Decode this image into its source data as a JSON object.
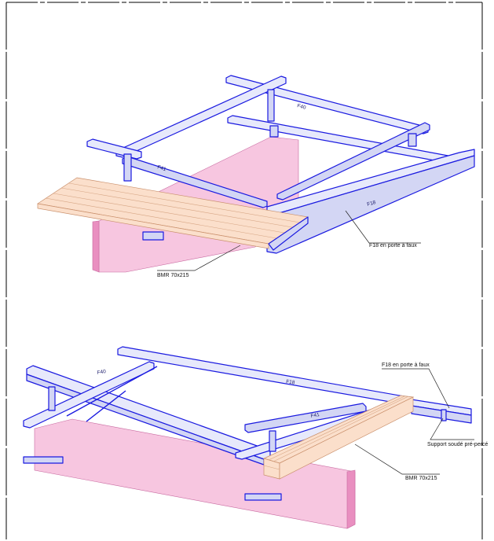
{
  "views": [
    {
      "id": "top-view",
      "member_labels": [
        "F40",
        "F41",
        "F18"
      ],
      "callouts": [
        "F18 en porte à faux",
        "BMR 70x215"
      ]
    },
    {
      "id": "bottom-view",
      "member_labels": [
        "F40",
        "F18",
        "F41"
      ],
      "callouts": [
        "F18 en porte à faux",
        "Support soudé pré-percé",
        "BMR 70x215"
      ]
    }
  ],
  "colors": {
    "steel_stroke": "#1a1ae0",
    "steel_fill": "#d3d6f4",
    "wall": "#f7c6e0",
    "timber": "#fbdfcb"
  }
}
